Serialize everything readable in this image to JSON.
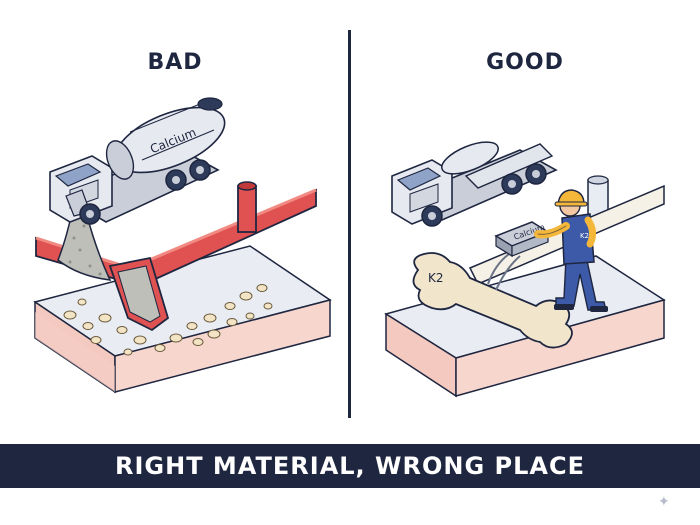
{
  "panels": {
    "bad": {
      "label": "BAD",
      "truck_text": "Calcium"
    },
    "good": {
      "label": "GOOD",
      "bone_text": "K2",
      "device_text": "Calcium",
      "worker_badge": "K2"
    }
  },
  "banner": {
    "title": "RIGHT MATERIAL, WRONG PLACE"
  },
  "colors": {
    "navy": "#1e2640",
    "pipe_red": "#e05252",
    "bone": "#f1e6cc",
    "slab_top": "#e9ecf2",
    "slab_side": "#f4c9bf",
    "worker_yellow": "#f4b73a",
    "worker_blue": "#3c5aa8"
  }
}
